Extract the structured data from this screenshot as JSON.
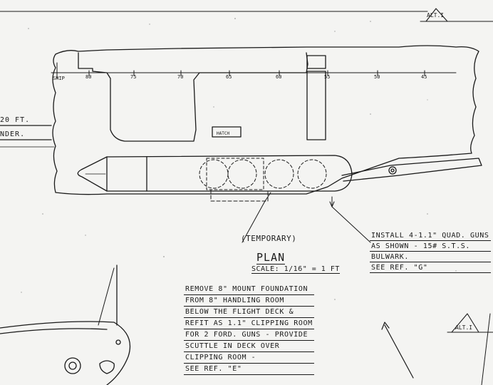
{
  "revision_tag_top": "ALT.I",
  "revision_tag_bottom": "ALT.I",
  "left_label_1": "20 FT.",
  "left_label_2": "NDER.",
  "frame_axis": {
    "ship_label": "SHIP",
    "frames": [
      "80",
      "75",
      "70",
      "65",
      "60",
      "55",
      "50",
      "45"
    ]
  },
  "hatch_label": "HATCH",
  "plan": {
    "subtitle": "(TEMPORARY)",
    "title": "PLAN",
    "scale": "SCALE: 1/16\" = 1 FT"
  },
  "note_install": {
    "lines": [
      "INSTALL 4-1.1\" QUAD. GUNS",
      "AS SHOWN - 15# S.T.S.",
      "BULWARK.",
      "SEE REF. \"G\""
    ]
  },
  "note_remove": {
    "lines": [
      "REMOVE 8\" MOUNT FOUNDATION",
      "FROM 8\" HANDLING ROOM",
      "BELOW THE FLIGHT DECK &",
      "REFIT AS 1.1\" CLIPPING ROOM",
      "FOR 2 FORD. GUNS - PROVIDE",
      "SCUTTLE IN DECK OVER",
      "CLIPPING ROOM -",
      "SEE REF. \"E\""
    ]
  }
}
